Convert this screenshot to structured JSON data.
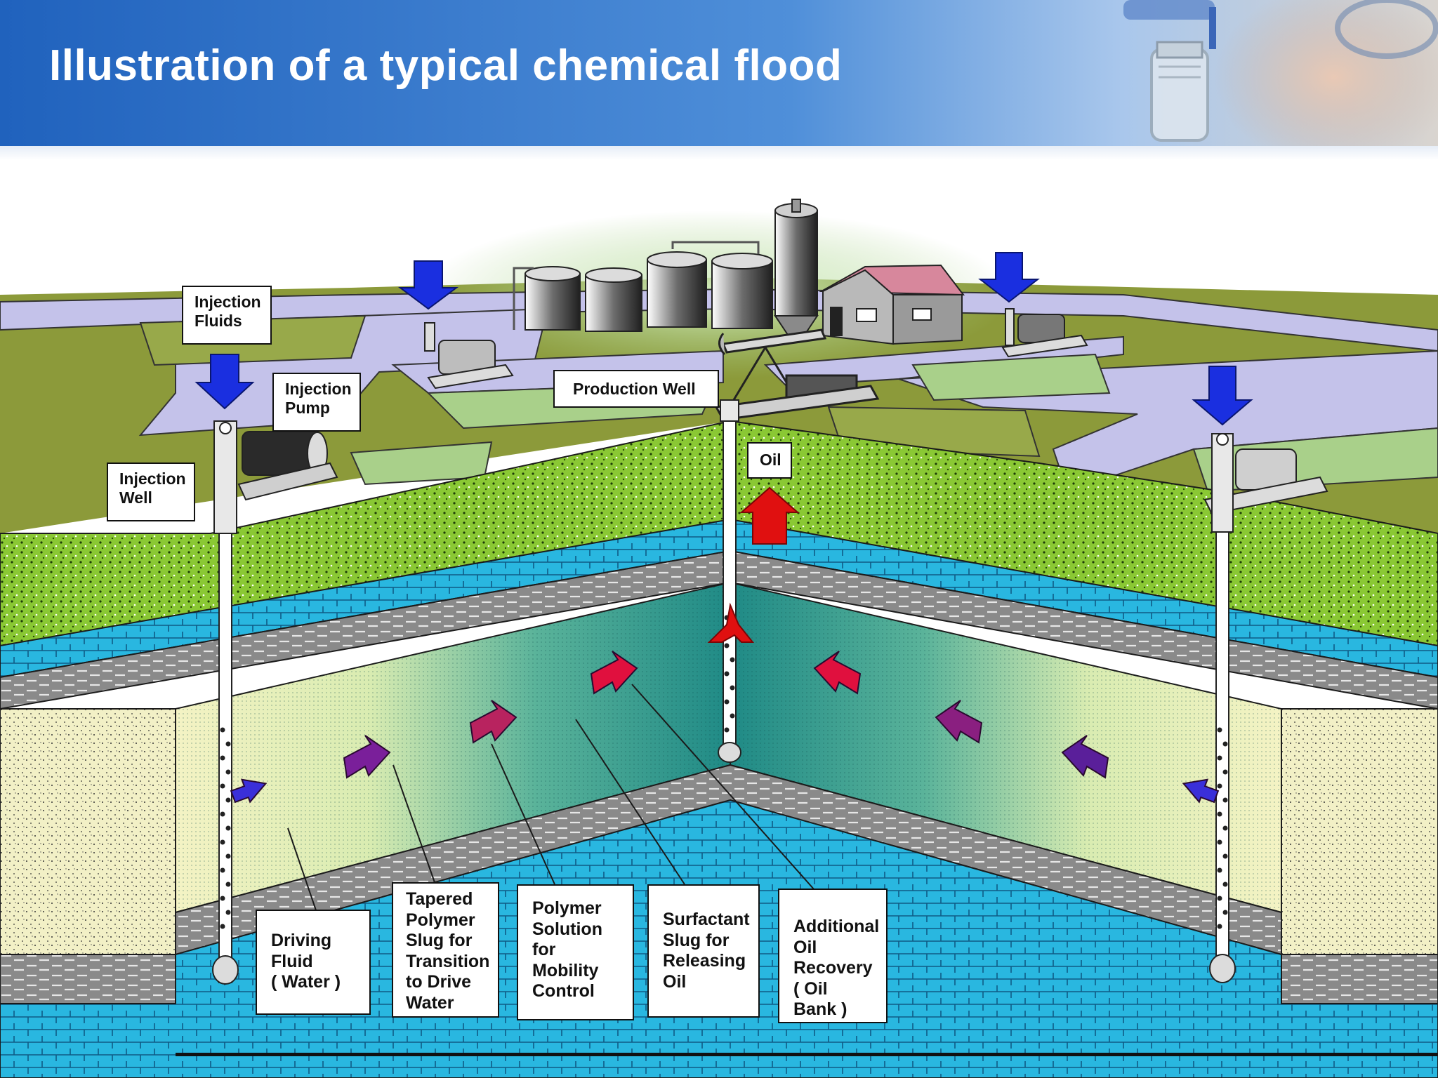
{
  "page": {
    "title": "Illustration of a typical chemical flood"
  },
  "labels": {
    "injection_fluids": "Injection\nFluids",
    "injection_pump": "Injection\nPump",
    "injection_well": "Injection\nWell",
    "production_well": "Production Well",
    "oil": "Oil",
    "driving_fluid": "Driving\nFluid\n( Water )",
    "tapered_polymer": "Tapered\nPolymer\nSlug for\nTransition\nto Drive\nWater",
    "polymer_solution": "Polymer\nSolution\nfor\nMobility\nControl",
    "surfactant_slug": "Surfactant\nSlug for\nReleasing\nOil",
    "additional_oil": "Additional\nOil\nRecovery\n( Oil Bank )"
  },
  "colors": {
    "header_blue": "#2d6fc4",
    "surface_field": "#8c9a3a",
    "road": "#c4c2ea",
    "lawn": "#a9d08a",
    "soil_green": "#8ac834",
    "limestone_blue": "#29b7e0",
    "shale_gray": "#7b7b7b",
    "sand_yellow": "#f2f0c6",
    "reservoir_teal": "#1f8f8a",
    "injection_arrow": "#1a2fe0",
    "oil_arrow": "#e01010",
    "flood_arrow_purple": "#7a1f9a"
  },
  "icons": {
    "injection_arrow": "arrow-down-icon",
    "oil_arrow": "arrow-up-icon",
    "flow_arrow": "flow-arrow-icon"
  }
}
